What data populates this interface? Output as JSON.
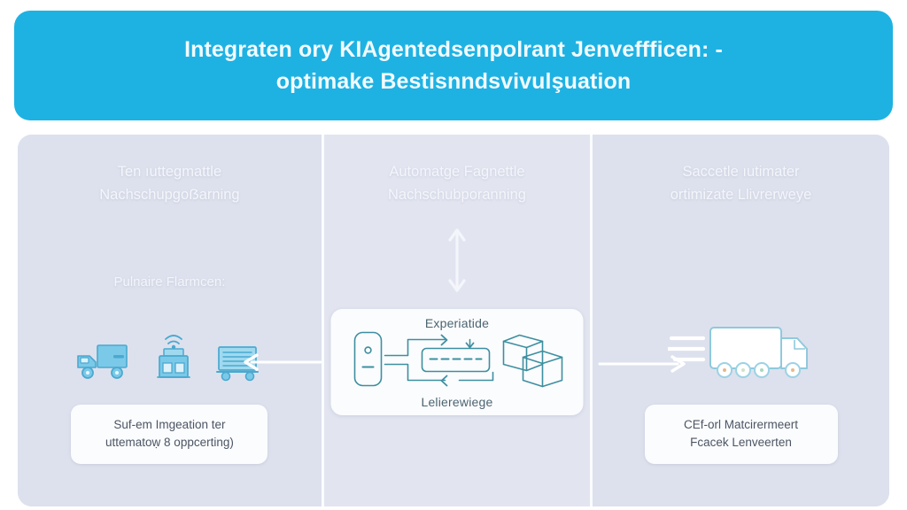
{
  "header": {
    "line1": "Integraten ory KIAgentedsenpolrant Jenveffficen: -",
    "line2": "optimake Bestisnndsvivulşuation",
    "background_color": "#1eb2e3",
    "text_color": "#f2fbff"
  },
  "board": {
    "background_color": "#dbdfec",
    "divider_color": "#fbfcfe"
  },
  "panels": [
    {
      "id": "left",
      "heading_line1": "Ten ıuttegmattle",
      "heading_line2": "Nachschupgoẞarning",
      "sub_label": "Pulnaire Flarmcen:",
      "icons": [
        {
          "name": "delivery-truck-icon",
          "label": "delivery truck"
        },
        {
          "name": "warehouse-wifi-icon",
          "label": "connected warehouse"
        },
        {
          "name": "pallet-cart-icon",
          "label": "pallet cart"
        }
      ],
      "card_line1": "Suf-em Imgeation ter",
      "card_line2": "uttematoẉ 8 oppcerting)",
      "icon_color": "#6cc5e8"
    },
    {
      "id": "center",
      "heading_line1": "Automatge Fagnettle",
      "heading_line2": "Nachschubporanning",
      "vertical_arrow": "double-headed-vertical-arrow",
      "card": {
        "label_top": "Experiatide",
        "label_bottom": "Lelierewiege",
        "diagram_elements": [
          {
            "name": "mobile-device-icon"
          },
          {
            "name": "processing-unit-icon"
          },
          {
            "name": "package-boxes-icon"
          }
        ],
        "stroke_color": "#3d8fa0",
        "background_color": "#fbfcfe"
      }
    },
    {
      "id": "right",
      "heading_line1": "Saccetle ıutimater",
      "heading_line2": "ortimizate Llivrerweye",
      "icons": [
        {
          "name": "speeding-truck-icon",
          "label": "fast delivery truck"
        }
      ],
      "card_line1": "CEf-orl Matcirermeert",
      "card_line2": "Fcacek Lenveerten",
      "icon_color": "#9fd4e8"
    }
  ],
  "connectors": {
    "left_arrow": "arrow-pointing-left",
    "right_arrow": "arrow-pointing-right",
    "arrow_color": "#ffffff"
  }
}
